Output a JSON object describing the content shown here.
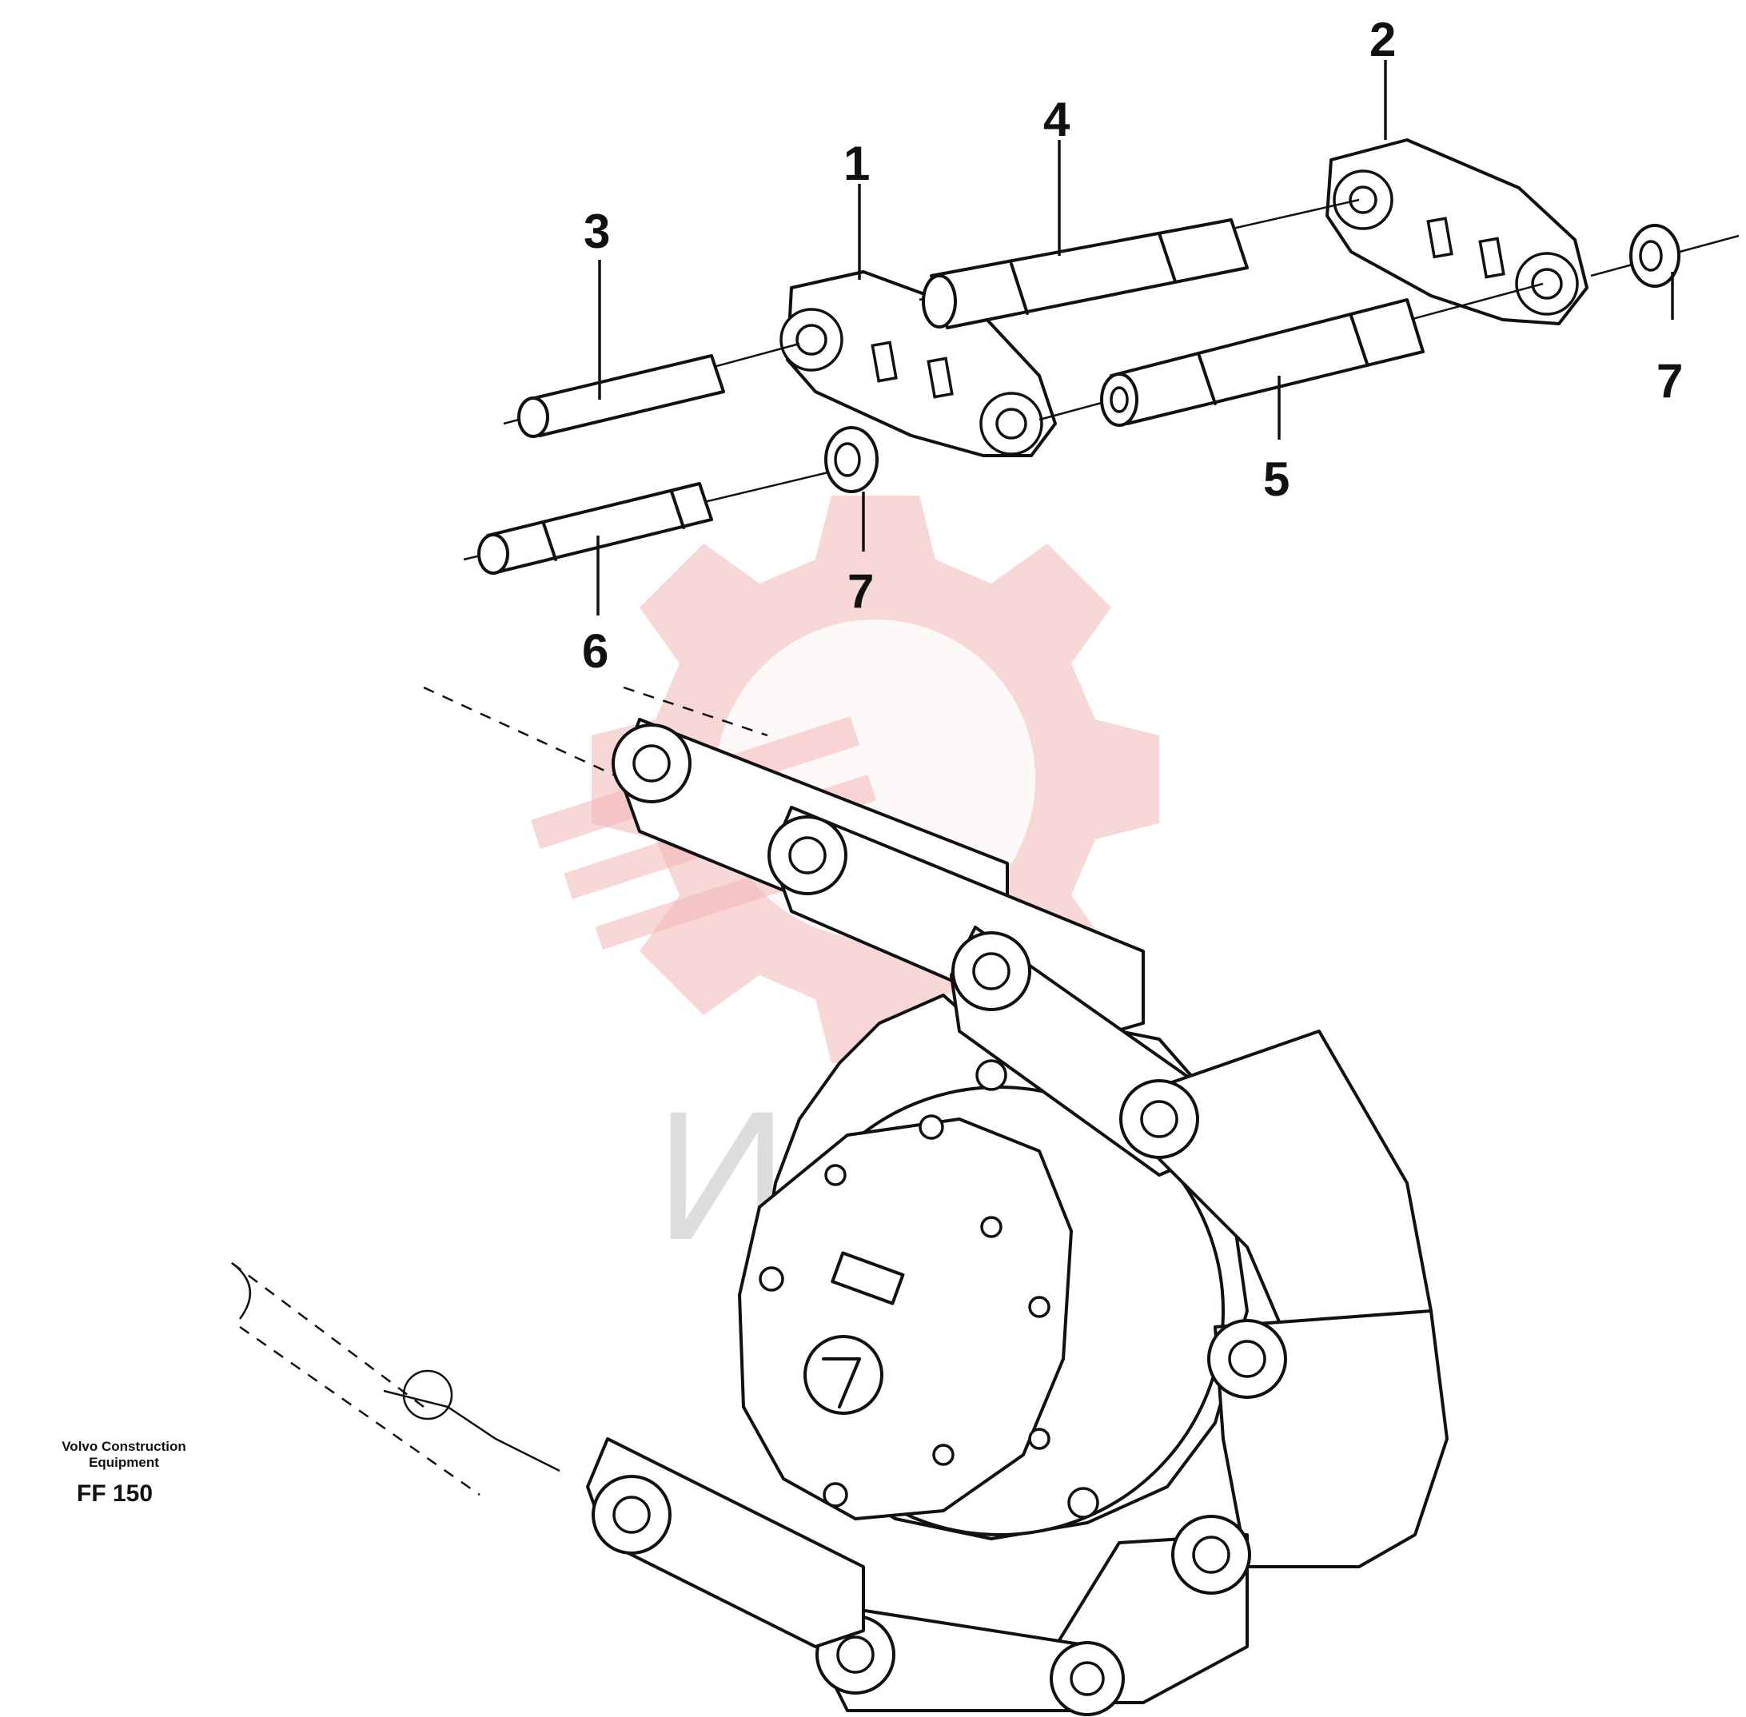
{
  "callouts": [
    "1",
    "2",
    "3",
    "4",
    "5",
    "6",
    "7",
    "7"
  ],
  "caption": {
    "manufacturer": "Volvo Construction Equipment",
    "code": "FF 150"
  },
  "watermark": {
    "text": "ИНТЕХ",
    "color": "#f3b6b6"
  },
  "colors": {
    "ink": "#111111",
    "background": "#ffffff"
  }
}
